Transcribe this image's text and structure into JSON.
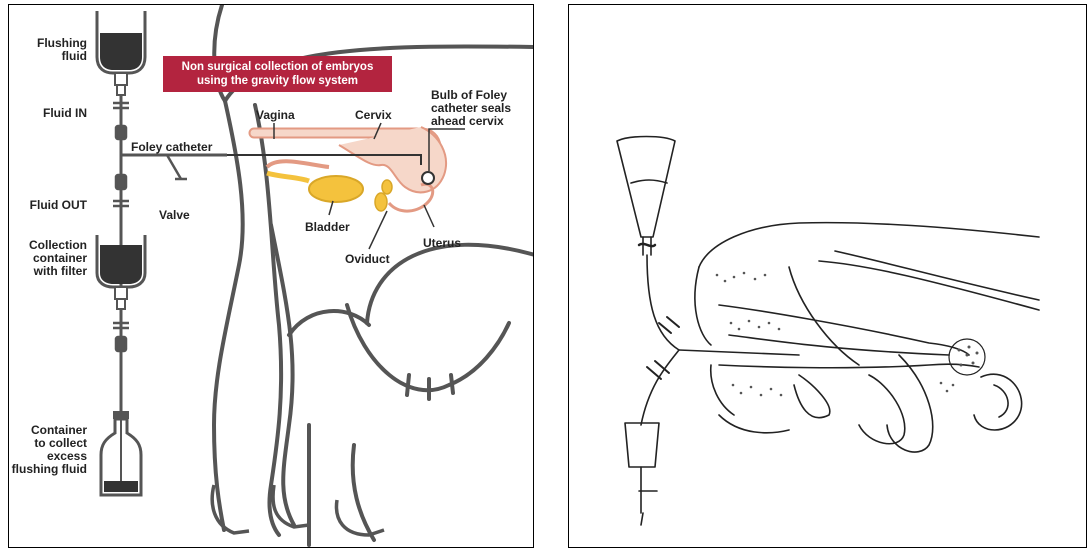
{
  "left_panel": {
    "banner": {
      "line1": "Non surgical collection of embryos",
      "line2": "using the gravity flow system",
      "color": "#b3243f"
    },
    "labels": {
      "flushing_fluid_1": "Flushing",
      "flushing_fluid_2": "fluid",
      "fluid_in": "Fluid IN",
      "foley_catheter": "Foley catheter",
      "valve": "Valve",
      "fluid_out": "Fluid OUT",
      "collection_1": "Collection",
      "collection_2": "container",
      "collection_3": "with filter",
      "container_1": "Container",
      "container_2": "to collect",
      "container_3": "excess",
      "container_4": "flushing fluid",
      "vagina": "Vagina",
      "cervix": "Cervix",
      "bulb_1": "Bulb of Foley",
      "bulb_2": "catheter seals",
      "bulb_3": "ahead cervix",
      "bladder": "Bladder",
      "uterus": "Uterus",
      "oviduct": "Oviduct"
    },
    "colors": {
      "organ_fill": "#f6d7c9",
      "organ_stroke": "#e39a83",
      "bladder_fill": "#f4c23d",
      "outline": "#555555",
      "fluid_fill": "#333333"
    }
  },
  "right_panel": {
    "style": "line drawing"
  }
}
